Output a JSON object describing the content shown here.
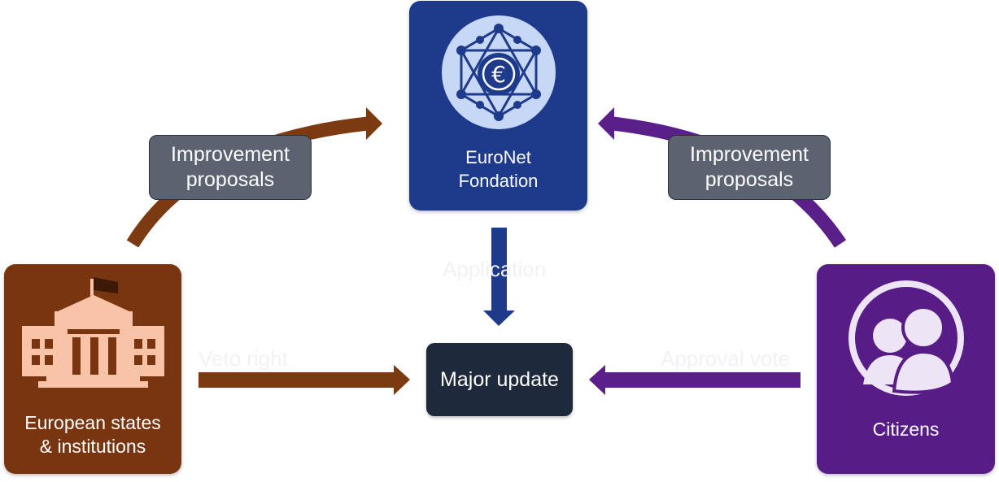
{
  "diagram": {
    "nodes": {
      "foundation": {
        "label": "EuroNet\nFondation",
        "icon": "network-euro-icon",
        "color": "#1e3a8a"
      },
      "states": {
        "label": "European states\n& institutions",
        "icon": "government-building-icon",
        "color": "#78350f"
      },
      "citizens": {
        "label": "Citizens",
        "icon": "people-icon",
        "color": "#581c87"
      }
    },
    "center": {
      "label": "Major update",
      "color": "#1e293b"
    },
    "proposals": {
      "left": "Improvement\nproposals",
      "right": "Improvement\nproposals"
    },
    "edge_labels": {
      "application": "Application",
      "veto": "Veto right",
      "approval": "Approval vote"
    },
    "colors": {
      "brown_arrow": "#7b3a10",
      "purple_arrow": "#5b1f8a",
      "blue_arrow": "#1e3a8a"
    }
  }
}
